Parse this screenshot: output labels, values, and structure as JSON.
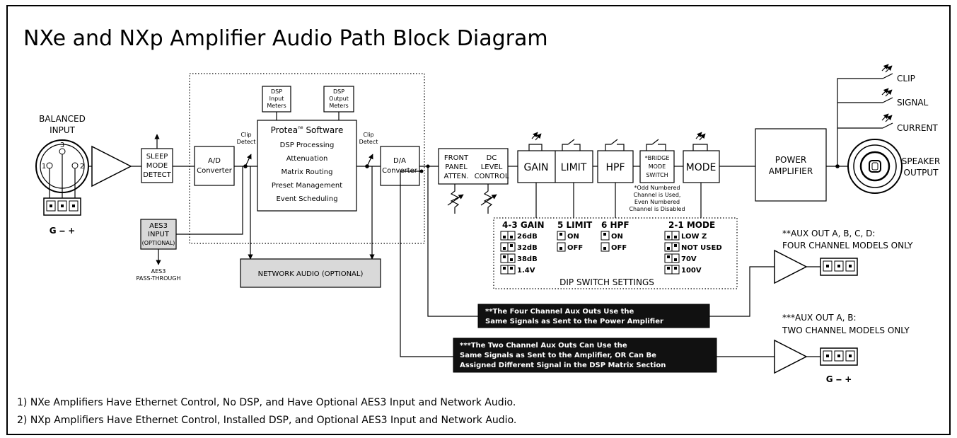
{
  "title": "NXe and NXp Amplifier Audio Path Block Diagram",
  "input": {
    "label_line1": "BALANCED",
    "label_line2": "INPUT",
    "pin1": "1",
    "pin2": "2",
    "pin3": "3",
    "terminal_label": "G ‒ +"
  },
  "sleep": {
    "line1": "SLEEP",
    "line2": "MODE",
    "line3": "DETECT"
  },
  "aes3": {
    "line1": "AES3",
    "line2": "INPUT",
    "line3": "(OPTIONAL)",
    "pass_line1": "AES3",
    "pass_line2": "PASS-THROUGH"
  },
  "ad": {
    "line1": "A/D",
    "line2": "Converter"
  },
  "clip_detect": {
    "line1": "Clip",
    "line2": "Detect"
  },
  "dsp_input_meters": {
    "line1": "DSP",
    "line2": "Input",
    "line3": "Meters"
  },
  "dsp_output_meters": {
    "line1": "DSP",
    "line2": "Output",
    "line3": "Meters"
  },
  "protea": {
    "name": "Protea",
    "superscript": "ne",
    "suffix": " Software",
    "items": [
      "DSP Processing",
      "Attenuation",
      "Matrix Routing",
      "Preset Management",
      "Event Scheduling"
    ]
  },
  "da": {
    "line1": "D/A",
    "line2": "Converter"
  },
  "network_audio": "NETWORK AUDIO (OPTIONAL)",
  "front_panel": {
    "line1": "FRONT",
    "line2": "PANEL",
    "line3": "ATTEN."
  },
  "dc_level": {
    "line1": "DC",
    "line2": "LEVEL",
    "line3": "CONTROL"
  },
  "gain": "GAIN",
  "limit": "LIMIT",
  "hpf": "HPF",
  "bridge": {
    "line1": "*BRIDGE",
    "line2": "MODE",
    "line3": "SWITCH"
  },
  "mode": "MODE",
  "bridge_note": [
    "*Odd Numbered",
    "Channel is Used,",
    "Even Numbered",
    "Channel is Disabled"
  ],
  "dip": {
    "gain_title": "4-3 GAIN",
    "gain_options": [
      "26dB",
      "32dB",
      "38dB",
      "1.4V"
    ],
    "limit_title": "5 LIMIT",
    "limit_options": [
      "ON",
      "OFF"
    ],
    "hpf_title": "6 HPF",
    "hpf_options": [
      "ON",
      "OFF"
    ],
    "mode_title": "2-1 MODE",
    "mode_options": [
      "LOW Z",
      "NOT USED",
      "70V",
      "100V"
    ],
    "caption": "DIP SWITCH SETTINGS"
  },
  "power_amp": {
    "line1": "POWER",
    "line2": "AMPLIFIER"
  },
  "indicators": [
    "CLIP",
    "SIGNAL",
    "CURRENT"
  ],
  "speaker": {
    "line1": "SPEAKER",
    "line2": "OUTPUT"
  },
  "aux_four": {
    "title_line1": "**AUX OUT A, B, C, D:",
    "title_line2": "FOUR CHANNEL MODELS ONLY",
    "note_line1": "**The Four Channel Aux Outs Use the",
    "note_line2": "Same Signals as Sent to the Power Amplifier"
  },
  "aux_two": {
    "title_line1": "***AUX OUT A, B:",
    "title_line2": "TWO CHANNEL MODELS ONLY",
    "terminal_label": "G ‒ +",
    "note_line1": "***The Two Channel Aux Outs Can Use the",
    "note_line2": "Same Signals as Sent to the Amplifier, OR Can Be",
    "note_line3": "Assigned Different Signal in the DSP Matrix Section"
  },
  "footnotes": [
    "1) NXe Amplifiers Have Ethernet Control, No DSP, and Have Optional AES3 Input and Network Audio.",
    "2) NXp Amplifiers Have Ethernet Control, Installed DSP, and Optional AES3 Input and Network Audio."
  ]
}
